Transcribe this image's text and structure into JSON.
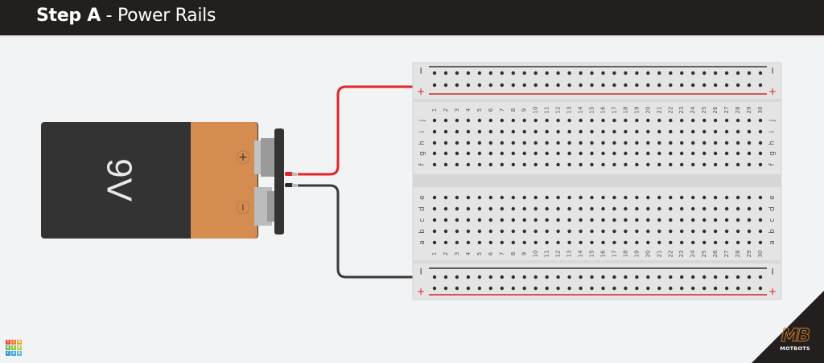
{
  "header": {
    "title_bold": "Step A",
    "title_rest": " - Power Rails"
  },
  "battery": {
    "label": "9V",
    "positive_symbol": "+",
    "negative_symbol": "−",
    "colors": {
      "body": "#333333",
      "cap": "#d48c51",
      "clip": "#333333"
    }
  },
  "wires": [
    {
      "name": "positive-wire",
      "color": "#e0242a",
      "from": "battery +",
      "to": "top rail + (column 1)"
    },
    {
      "name": "negative-wire",
      "color": "#3a3a3a",
      "from": "battery −",
      "to": "bottom rail − (column 1)"
    }
  ],
  "breadboard": {
    "columns": [
      "1",
      "2",
      "3",
      "4",
      "5",
      "6",
      "7",
      "8",
      "9",
      "10",
      "11",
      "12",
      "13",
      "14",
      "15",
      "16",
      "17",
      "18",
      "19",
      "20",
      "21",
      "22",
      "23",
      "24",
      "25",
      "26",
      "27",
      "28",
      "29",
      "30"
    ],
    "top_rows": [
      "j",
      "i",
      "h",
      "g",
      "f"
    ],
    "bottom_rows": [
      "e",
      "d",
      "c",
      "b",
      "a"
    ],
    "rail_minus": "−",
    "rail_plus": "+",
    "colors": {
      "board": "#e4e4e4",
      "hole": "#2e2e2e",
      "rail_red": "#d2232a",
      "rail_black": "#333333"
    }
  },
  "branding": {
    "tinkercad_letters": [
      "T",
      "I",
      "N",
      "K",
      "E",
      "R",
      "C",
      "A",
      "D"
    ],
    "tinkercad_colors": [
      "#e8453c",
      "#f07c36",
      "#f29b3f",
      "#58b947",
      "#8bc541",
      "#b3d236",
      "#2e8ecf",
      "#3aa5dc",
      "#55b7e8"
    ],
    "motbots_mark": "MB",
    "motbots_name": "MOTBOTS"
  }
}
